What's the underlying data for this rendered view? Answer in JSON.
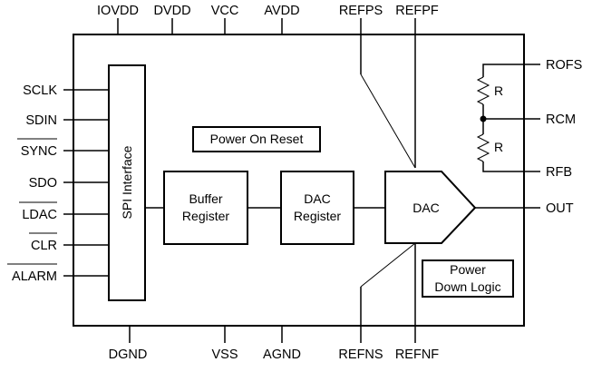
{
  "diagram": {
    "top_pins": [
      "IOVDD",
      "DVDD",
      "VCC",
      "AVDD",
      "REFPS",
      "REFPF"
    ],
    "bottom_pins": [
      "DGND",
      "VSS",
      "AGND",
      "REFNS",
      "REFNF"
    ],
    "left_pins": [
      "SCLK",
      "SDIN",
      "SYNC",
      "SDO",
      "LDAC",
      "CLR",
      "ALARM"
    ],
    "right_pins": [
      "ROFS",
      "RCM",
      "RFB",
      "OUT"
    ],
    "blocks": {
      "spi_interface": "SPI Interface",
      "power_on_reset": "Power On Reset",
      "buffer_register_line1": "Buffer",
      "buffer_register_line2": "Register",
      "dac_register_line1": "DAC",
      "dac_register_line2": "Register",
      "dac": "DAC",
      "power_down_line1": "Power",
      "power_down_line2": "Down Logic"
    },
    "resistor_label_top": "R",
    "resistor_label_bottom": "R"
  }
}
